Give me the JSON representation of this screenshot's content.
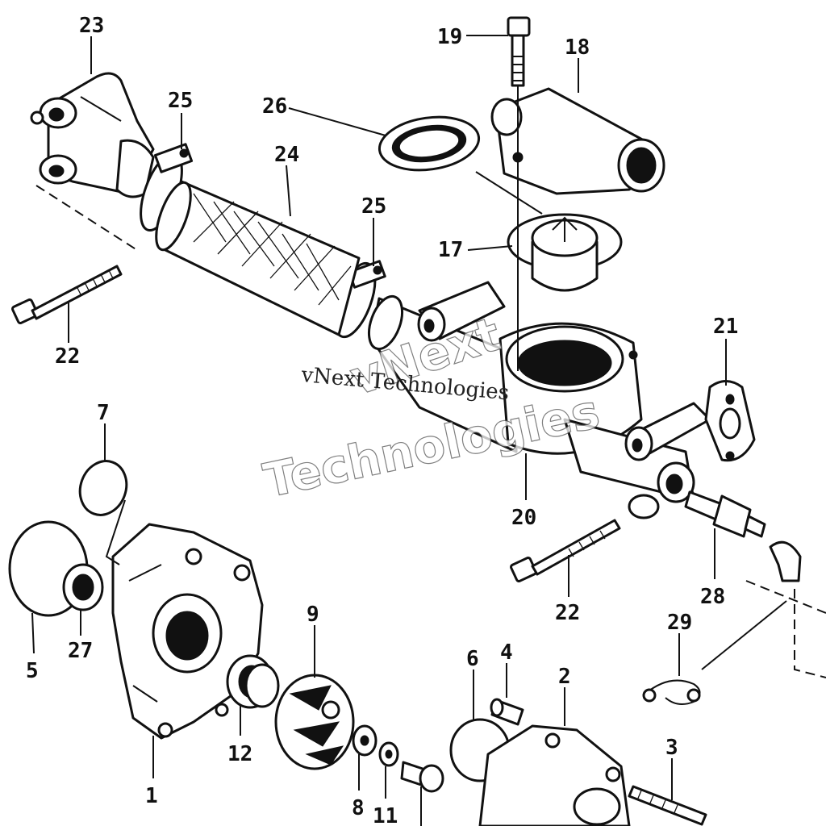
{
  "watermark": {
    "line1": "vNext Technologies",
    "big1": "vNext",
    "big2": "Technologies"
  },
  "callouts": {
    "p1": "1",
    "p2": "2",
    "p3": "3",
    "p4": "4",
    "p5": "5",
    "p6": "6",
    "p7": "7",
    "p8": "8",
    "p9": "9",
    "p11": "11",
    "p12": "12",
    "p17": "17",
    "p18": "18",
    "p19": "19",
    "p20": "20",
    "p21": "21",
    "p22a": "22",
    "p22b": "22",
    "p23": "23",
    "p24": "24",
    "p25a": "25",
    "p25b": "25",
    "p26": "26",
    "p27": "27",
    "p28": "28",
    "p29": "29"
  }
}
